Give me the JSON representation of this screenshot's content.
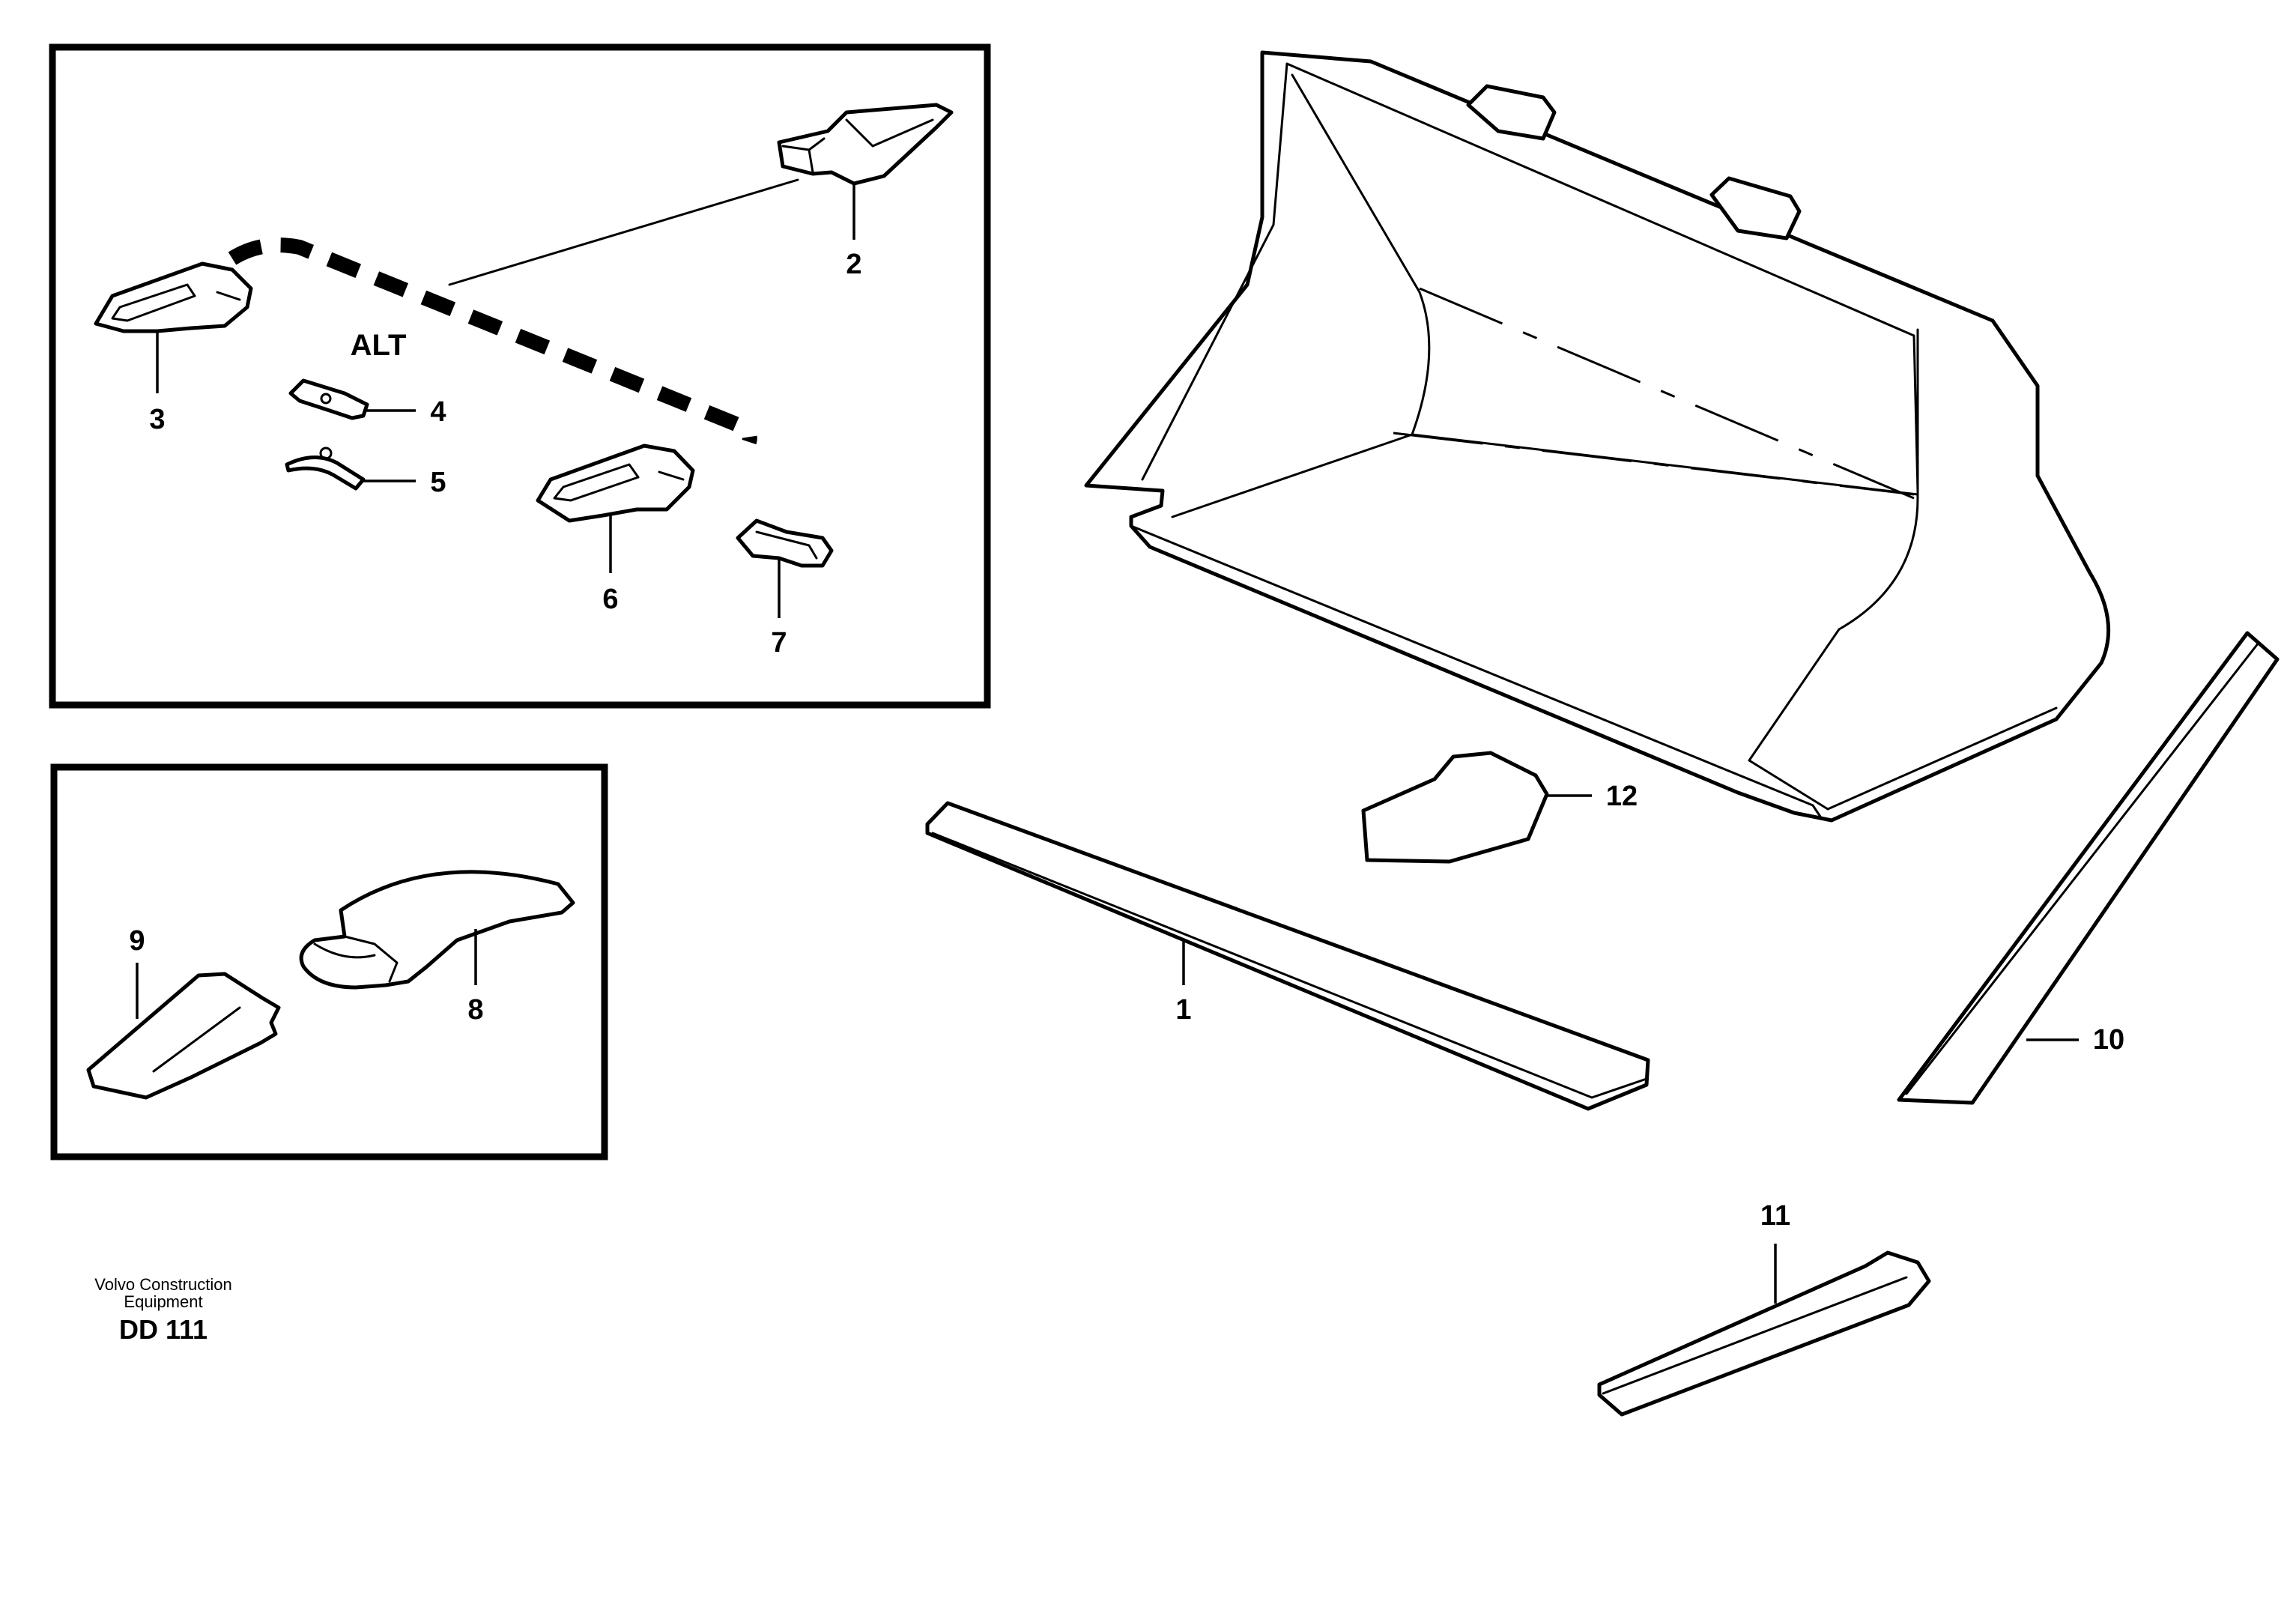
{
  "inset_alt": {
    "label": "ALT",
    "callouts": [
      "2",
      "3",
      "4",
      "5",
      "6",
      "7"
    ]
  },
  "inset_tip": {
    "callouts": [
      "9",
      "8"
    ]
  },
  "main": {
    "callouts": [
      "1",
      "10",
      "11",
      "12"
    ]
  },
  "footer": {
    "line1": "Volvo Construction",
    "line2": "Equipment",
    "code": "DD 111"
  }
}
